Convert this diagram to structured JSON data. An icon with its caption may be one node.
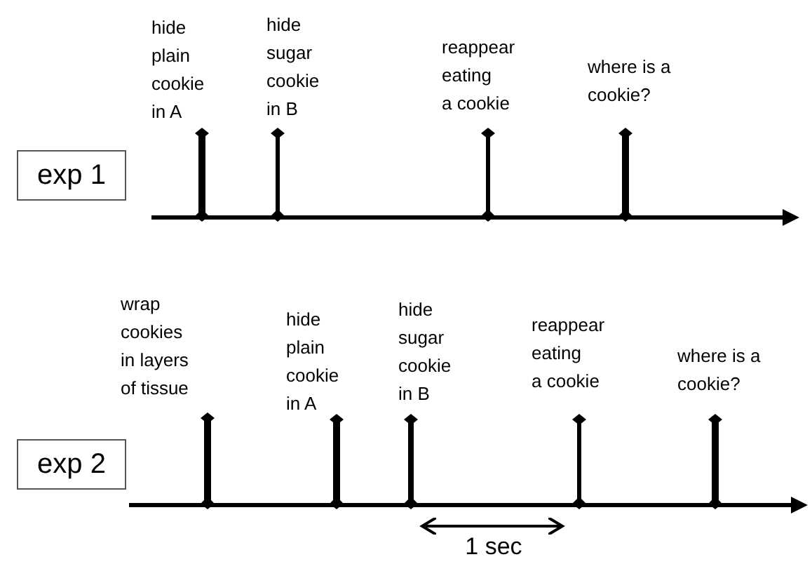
{
  "diagram": {
    "nodes": [
      {
        "text": [
          "exp 1"
        ]
      },
      {
        "text": [
          "exp 2"
        ]
      }
    ],
    "labels": [
      "hide plain cookie in A",
      "hide sugar cookie in B",
      "reappear eating a cookie",
      "where is a cookie?",
      "wrap cookies in layers of tissue",
      "hide plain cookie in A",
      "hide sugar cookie in B",
      "reappear eating a cookie",
      "where is a cookie?",
      "1 sec"
    ]
  }
}
